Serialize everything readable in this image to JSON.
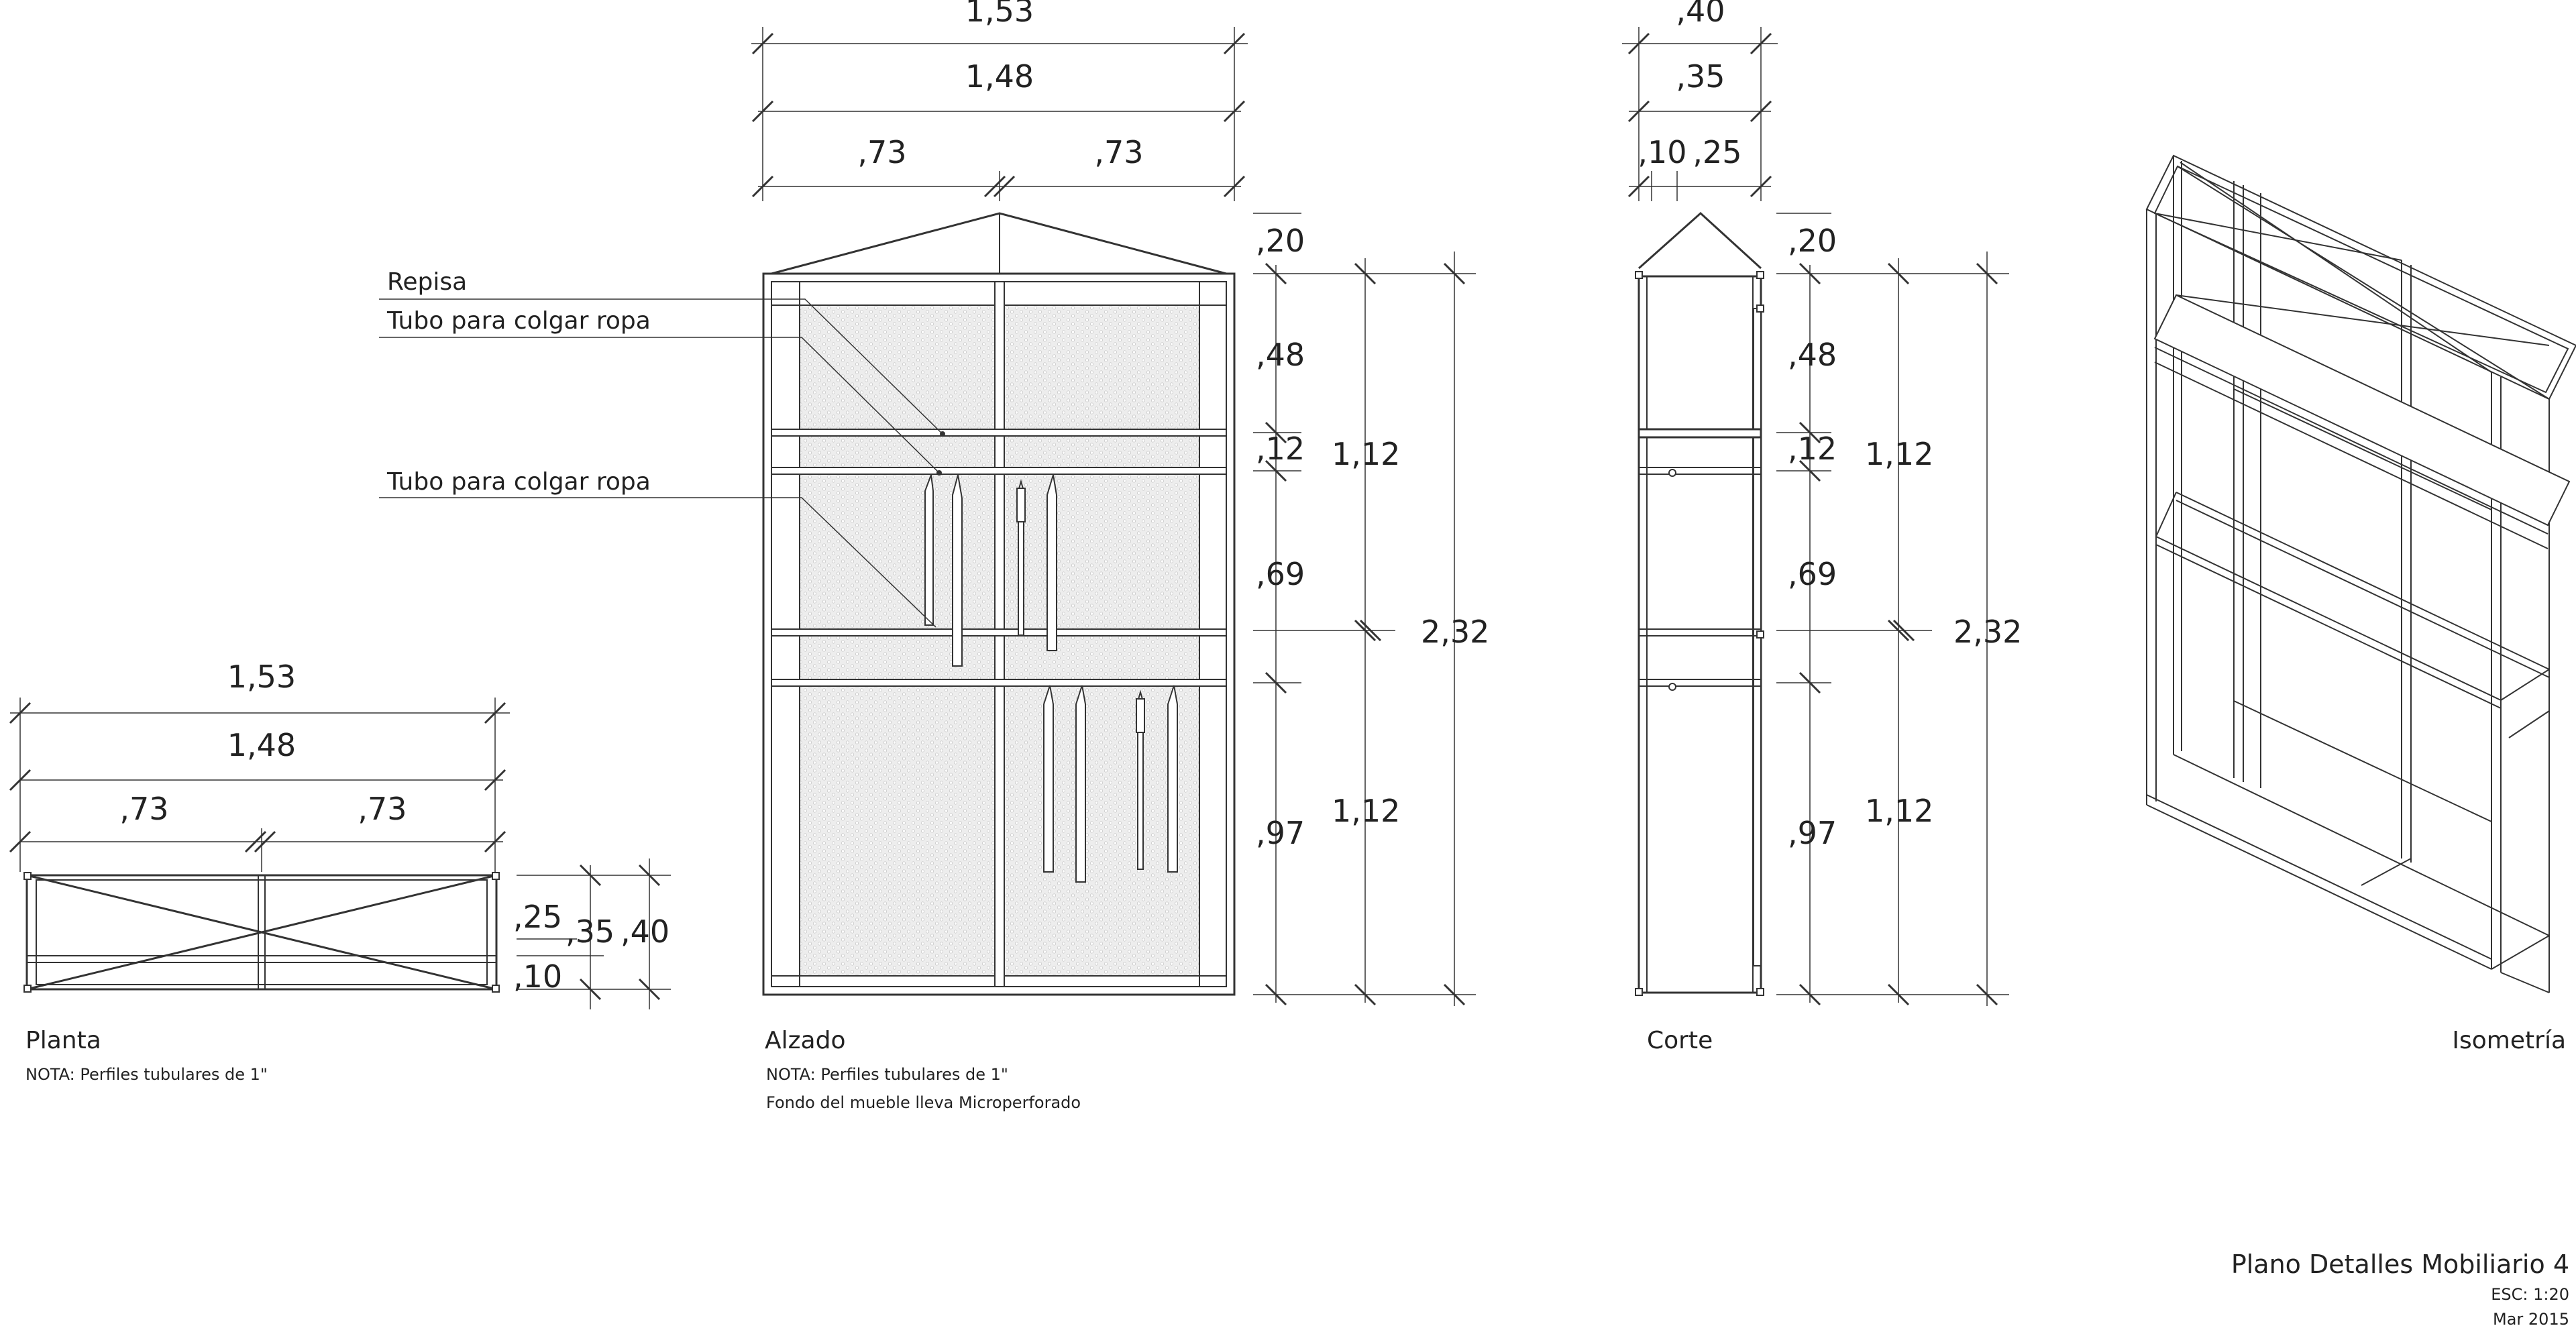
{
  "sheet": {
    "title": "Plano Detalles Mobiliario 4",
    "scale": "ESC: 1:20",
    "date": "Mar 2015"
  },
  "planta": {
    "label": "Planta",
    "note": "NOTA: Perfiles tubulares de 1\"",
    "dims": {
      "w_total": "1,53",
      "w_inner": "1,48",
      "half_left": ",73",
      "half_right": ",73",
      "d1": ",25",
      "d2": ",35",
      "d3": ",40",
      "d4": ",10"
    }
  },
  "alzado": {
    "label": "Alzado",
    "note1": "NOTA: Perfiles tubulares de 1\"",
    "note2": "Fondo del mueble lleva Microperforado",
    "dims": {
      "w_total": "1,53",
      "w_inner": "1,48",
      "half_left": ",73",
      "half_right": ",73",
      "h1": ",20",
      "h2": ",48",
      "h3": ",12",
      "h4": ",69",
      "h5": ",97",
      "sub_upper": "1,12",
      "sub_lower": "1,12",
      "total": "2,32"
    },
    "callouts": {
      "shelf": "Repisa",
      "tube_upper": "Tubo para colgar ropa",
      "tube_lower": "Tubo para colgar ropa"
    }
  },
  "corte": {
    "label": "Corte",
    "dims": {
      "d_total": ",40",
      "d_inner": ",35",
      "d_a": ",10",
      "d_b": ",25",
      "h1": ",20",
      "h2": ",48",
      "h3": ",12",
      "h4": ",69",
      "h5": ",97",
      "sub_upper": "1,12",
      "sub_lower": "1,12",
      "total": "2,32"
    }
  },
  "isometria": {
    "label": "Isometría"
  },
  "colors": {
    "line": "#333333",
    "mesh": "#e6e6e6",
    "ink": "#222222"
  }
}
